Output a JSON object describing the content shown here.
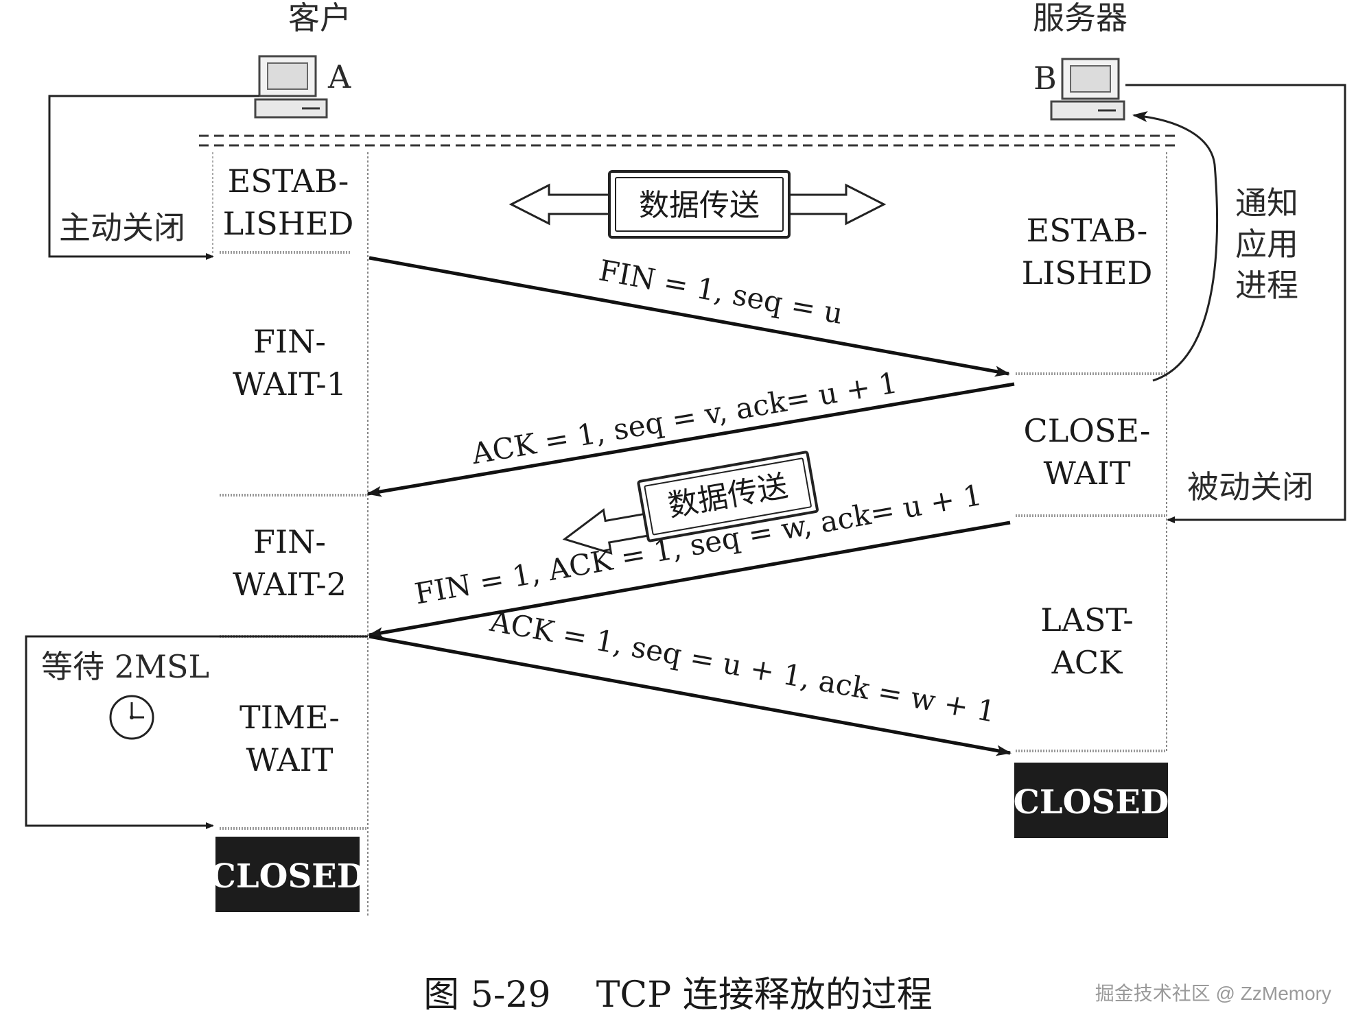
{
  "client": {
    "title": "客户",
    "label": "A"
  },
  "server": {
    "title": "服务器",
    "label": "B"
  },
  "client_states": {
    "established_1": "ESTAB-",
    "established_2": "LISHED",
    "fin_wait_1_a": "FIN-",
    "fin_wait_1_b": "WAIT-1",
    "fin_wait_2_a": "FIN-",
    "fin_wait_2_b": "WAIT-2",
    "time_wait_a": "TIME-",
    "time_wait_b": "WAIT",
    "closed": "CLOSED"
  },
  "server_states": {
    "established_1": "ESTAB-",
    "established_2": "LISHED",
    "close_wait_a": "CLOSE-",
    "close_wait_b": "WAIT",
    "last_ack_a": "LAST-",
    "last_ack_b": "ACK",
    "closed": "CLOSED"
  },
  "labels": {
    "active_close": "主动关闭",
    "passive_close": "被动关闭",
    "notify_1": "通知",
    "notify_2": "应用",
    "notify_3": "进程",
    "wait_2msl": "等待 2MSL",
    "data_transfer": "数据传送",
    "data_transfer_2": "数据传送"
  },
  "messages": {
    "m1": "FIN = 1, seq = u",
    "m2": "ACK = 1, seq = v, ack= u + 1",
    "m3": "FIN = 1, ACK = 1, seq = w, ack= u + 1",
    "m4": "ACK = 1, seq = u + 1, ack = w + 1"
  },
  "caption": "图 5-29    TCP 连接释放的过程",
  "watermark": "掘金技术社区 @ ZzMemory",
  "colors": {
    "ink": "#1a1a1a",
    "closed_bg": "#1c1c1c",
    "background": "#ffffff"
  }
}
